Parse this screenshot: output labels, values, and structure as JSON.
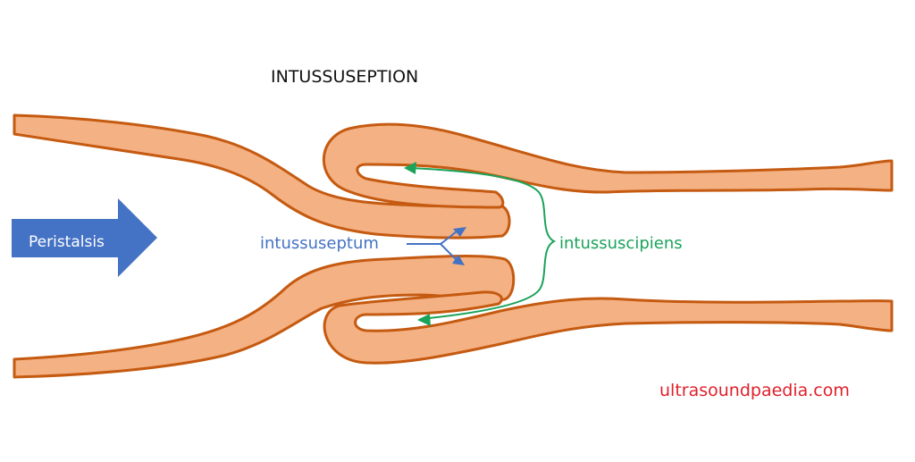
{
  "title": "INTUSSUSEPTION",
  "labels": {
    "peristalsis": "Peristalsis",
    "intussuseptum": "intussuseptum",
    "intussuscipiens": "intussuscipiens",
    "watermark": "ultrasoundpaedia.com"
  },
  "colors": {
    "bowel_fill": "#F4B183",
    "bowel_outline": "#C55A11",
    "peristalsis_arrow": "#4472C4",
    "intussuseptum_label": "#4472C4",
    "intussuscipiens_label": "#1AA35A",
    "watermark": "#E0202A",
    "title": "#111111"
  }
}
